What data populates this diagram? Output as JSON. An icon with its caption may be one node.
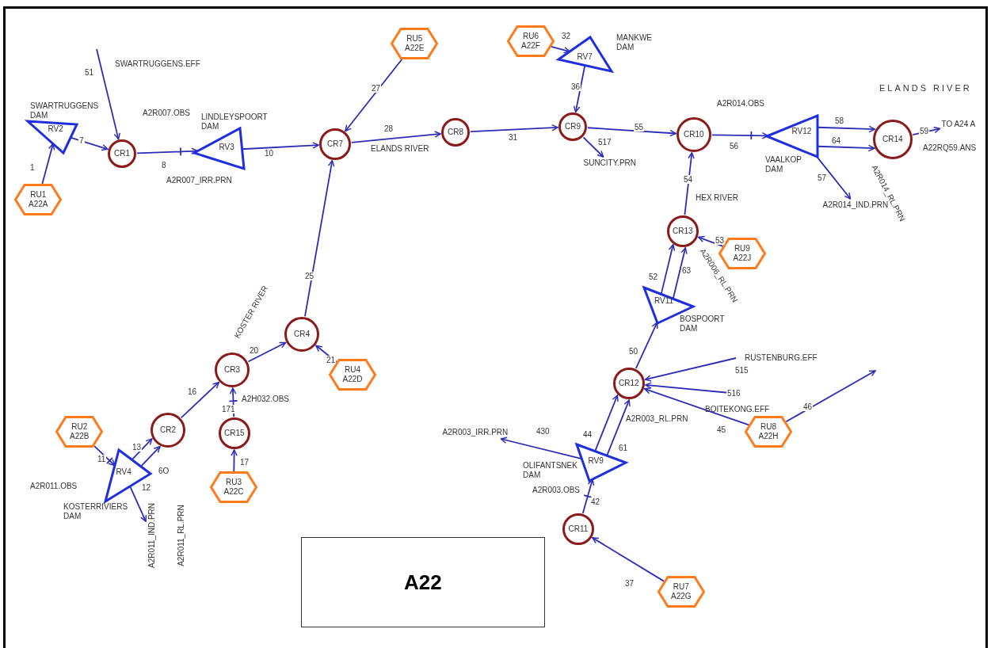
{
  "diagram": {
    "nodes": [
      {
        "text": [
          "RU5",
          "A22E"
        ]
      },
      {
        "text": [
          "RU6",
          "A22F"
        ]
      },
      {
        "text": [
          "RV7"
        ],
        "beside": [
          "MANKWE DAM"
        ]
      },
      {
        "text": [
          "RV2"
        ],
        "beside": [
          "SWARTRUGGENS DAM"
        ]
      },
      {
        "text": [
          "CR1"
        ]
      },
      {
        "text": [
          "RV3"
        ],
        "beside": [
          "LINDLEYSPOORT DAM"
        ]
      },
      {
        "text": [
          "CR7"
        ]
      },
      {
        "text": [
          "CR8"
        ]
      },
      {
        "text": [
          "CR9"
        ]
      },
      {
        "text": [
          "CR10"
        ]
      },
      {
        "text": [
          "RV12"
        ],
        "beside": [
          "VAALKOP DAM"
        ]
      },
      {
        "text": [
          "CR14"
        ]
      },
      {
        "text": [
          "RU1",
          "A22A"
        ]
      },
      {
        "text": [
          "CR13"
        ]
      },
      {
        "text": [
          "RU9",
          "A22J"
        ]
      },
      {
        "text": [
          "RV11"
        ],
        "beside": [
          "BOSPOORT DAM"
        ]
      },
      {
        "text": [
          "CR4"
        ]
      },
      {
        "text": [
          "RU4",
          "A22D"
        ]
      },
      {
        "text": [
          "CR3"
        ]
      },
      {
        "text": [
          "CR12"
        ]
      },
      {
        "text": [
          "RU2",
          "A22B"
        ]
      },
      {
        "text": [
          "CR2"
        ]
      },
      {
        "text": [
          "CR15"
        ]
      },
      {
        "text": [
          "RV4"
        ],
        "beside": [
          "KOSTERRIVIERS DAM"
        ]
      },
      {
        "text": [
          "RU8",
          "A22H"
        ]
      },
      {
        "text": [
          "RV9"
        ],
        "beside": [
          "OLIFANTSNEK DAM"
        ]
      },
      {
        "text": [
          "RU3",
          "A22C"
        ]
      },
      {
        "text": [
          "CR11"
        ]
      },
      {
        "text": [
          "RU7",
          "A22G"
        ]
      },
      {
        "text": [
          "A22"
        ]
      },
      {
        "text": [
          "SUNCITY.PRN"
        ]
      },
      {
        "text": [
          "A2R014_IND.PRN"
        ]
      },
      {
        "text": [
          "TO A24 A"
        ]
      },
      {
        "text": [
          "A2R003_IRR.PRN"
        ]
      },
      {
        "text": [
          "A2R011_IND.PRN"
        ]
      }
    ],
    "edges": [
      {
        "from": 12,
        "to": 3,
        "arrow": "to",
        "label": "1"
      },
      {
        "from": 3,
        "to": 4,
        "arrow": "to",
        "label": "7"
      },
      {
        "from": null,
        "to": 4,
        "arrow": "to",
        "label": "51"
      },
      {
        "from": 4,
        "to": 5,
        "arrow": "to",
        "label": "8"
      },
      {
        "from": 5,
        "to": 6,
        "arrow": "to",
        "label": "10"
      },
      {
        "from": 0,
        "to": 6,
        "arrow": "to",
        "label": "27"
      },
      {
        "from": 16,
        "to": 6,
        "arrow": "to",
        "label": "25"
      },
      {
        "from": 6,
        "to": 7,
        "arrow": "to",
        "label": "28"
      },
      {
        "from": 7,
        "to": 8,
        "arrow": "to",
        "label": "31"
      },
      {
        "from": 1,
        "to": 2,
        "arrow": "to",
        "label": "32"
      },
      {
        "from": 2,
        "to": 8,
        "arrow": "to",
        "label": "36"
      },
      {
        "from": 8,
        "to": 9,
        "arrow": "to",
        "label": "55"
      },
      {
        "from": 8,
        "to": 30,
        "arrow": "to",
        "label": "517"
      },
      {
        "from": 9,
        "to": 10,
        "arrow": "to",
        "label": "56"
      },
      {
        "from": 10,
        "to": 11,
        "arrow": "to",
        "label": "58"
      },
      {
        "from": 10,
        "to": 11,
        "arrow": "to",
        "label": "64"
      },
      {
        "from": 10,
        "to": 31,
        "arrow": "to",
        "label": "57"
      },
      {
        "from": 11,
        "to": 32,
        "arrow": "to",
        "label": "59"
      },
      {
        "from": 13,
        "to": 9,
        "arrow": "to",
        "label": "54"
      },
      {
        "from": 14,
        "to": 13,
        "arrow": "to",
        "label": "53"
      },
      {
        "from": 15,
        "to": 13,
        "arrow": "to",
        "label": "52"
      },
      {
        "from": 15,
        "to": 13,
        "arrow": "to",
        "label": "63"
      },
      {
        "from": 19,
        "to": 15,
        "arrow": "to",
        "label": "50"
      },
      {
        "from": null,
        "to": 19,
        "arrow": "to",
        "label": "515"
      },
      {
        "from": null,
        "to": 19,
        "arrow": "to",
        "label": "516"
      },
      {
        "from": 24,
        "to": 19,
        "arrow": "to",
        "label": "45"
      },
      {
        "from": 24,
        "to": null,
        "arrow": "to",
        "label": "46"
      },
      {
        "from": 25,
        "to": 19,
        "arrow": "to",
        "label": "44"
      },
      {
        "from": 25,
        "to": 19,
        "arrow": "to",
        "label": "61"
      },
      {
        "from": 25,
        "to": 33,
        "arrow": "to",
        "label": "430"
      },
      {
        "from": 27,
        "to": 25,
        "arrow": "to",
        "label": "42"
      },
      {
        "from": 28,
        "to": 27,
        "arrow": "to",
        "label": "37"
      },
      {
        "from": 18,
        "to": 16,
        "arrow": "to",
        "label": "20"
      },
      {
        "from": 17,
        "to": 16,
        "arrow": "to",
        "label": "21"
      },
      {
        "from": 21,
        "to": 18,
        "arrow": "to",
        "label": "16"
      },
      {
        "from": 22,
        "to": 18,
        "arrow": "to",
        "label": "171"
      },
      {
        "from": 26,
        "to": 22,
        "arrow": "to",
        "label": "17"
      },
      {
        "from": 23,
        "to": 21,
        "arrow": "to",
        "label": "13"
      },
      {
        "from": 23,
        "to": 21,
        "arrow": "to",
        "label": "6O"
      },
      {
        "from": 20,
        "to": 23,
        "arrow": "to",
        "label": "11"
      },
      {
        "from": 23,
        "to": 34,
        "arrow": "to",
        "label": "12"
      }
    ],
    "labels": [
      "SWARTRUGGENS.EFF",
      "A2R007.OBS",
      "A2R007_IRR.PRN",
      "ELANDS RIVER",
      "A2R014.OBS",
      "ELANDS RIVER",
      "A22RQ59.ANS",
      "A2R014_RL.PRN",
      "HEX RIVER",
      "A2R006_RL.PRN",
      "KOSTER RIVER",
      "A2H032.OBS",
      "RUSTENBURG.EFF",
      "BOITEKONG.EFF",
      "A2R003_RL.PRN",
      "A2R011.OBS",
      "A2R011_RL.PRN",
      "A2R003.OBS"
    ]
  }
}
